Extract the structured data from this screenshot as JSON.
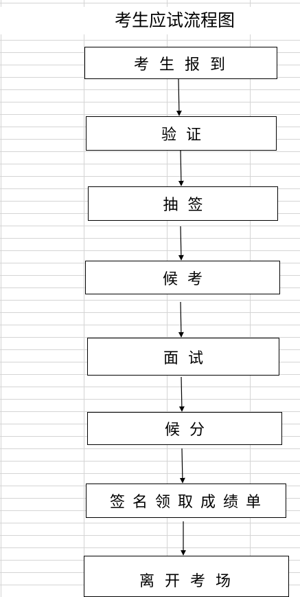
{
  "title": "考生应试流程图",
  "steps": [
    {
      "label": "考 生 报 到"
    },
    {
      "label": "验  证"
    },
    {
      "label": "抽  签"
    },
    {
      "label": "候  考"
    },
    {
      "label": "面  试"
    },
    {
      "label": "候  分"
    },
    {
      "label": "签 名 领 取 成 绩 单"
    },
    {
      "label": "离 开 考 场"
    }
  ]
}
